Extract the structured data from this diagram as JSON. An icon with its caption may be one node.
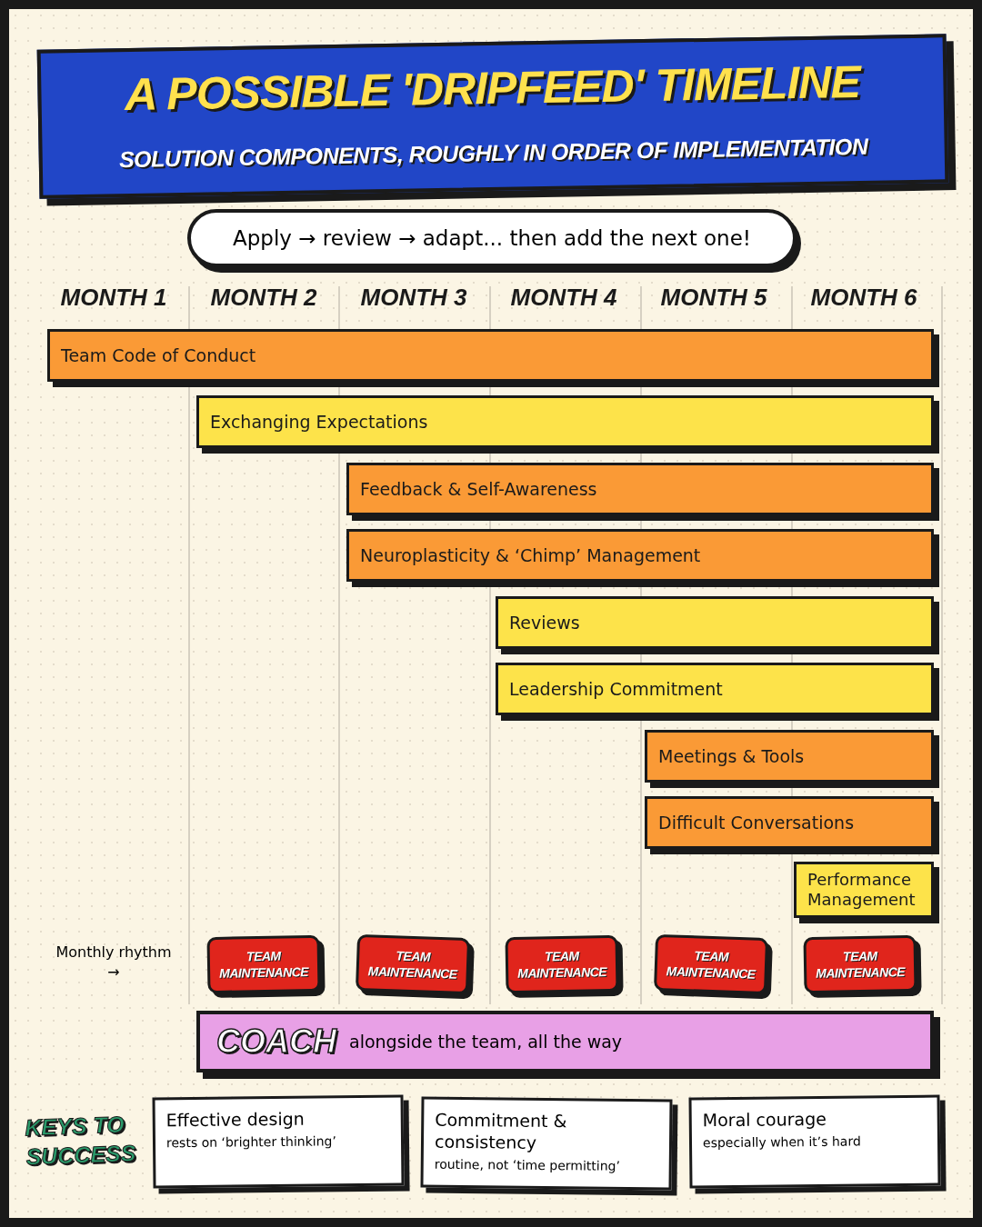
{
  "diagram": {
    "title": "A POSSIBLE 'DRIPFEED' TIMELINE",
    "nodes": [
      {
        "text": [
          "Apply → review → adapt... then add the next one!"
        ]
      },
      {
        "text": [
          "Team Code of Conduct"
        ]
      },
      {
        "text": [
          "Exchanging Expectations"
        ]
      },
      {
        "text": [
          "Feedback & Self-Awareness"
        ]
      },
      {
        "text": [
          "Neuroplasticity & ‘Chimp’ Management"
        ]
      },
      {
        "text": [
          "Reviews"
        ]
      },
      {
        "text": [
          "Leadership Commitment"
        ]
      },
      {
        "text": [
          "Meetings & Tools"
        ]
      },
      {
        "text": [
          "Difficult Conversations"
        ]
      },
      {
        "text": [
          "Performance Management"
        ]
      },
      {
        "text": [
          "TEAM MAINTENANCE"
        ]
      },
      {
        "text": [
          "TEAM MAINTENANCE"
        ]
      },
      {
        "text": [
          "TEAM MAINTENANCE"
        ]
      },
      {
        "text": [
          "TEAM MAINTENANCE"
        ]
      },
      {
        "text": [
          "TEAM MAINTENANCE"
        ]
      },
      {
        "text": [
          "COACH",
          "alongside the team, all the way"
        ]
      },
      {
        "text": [
          "Effective design",
          "rests on ‘brighter thinking’"
        ]
      },
      {
        "text": [
          "Commitment & consistency",
          "routine, not ‘time permitting’"
        ]
      },
      {
        "text": [
          "Moral courage",
          "especially when it’s hard"
        ]
      }
    ],
    "labels": [
      "SOLUTION COMPONENTS, ROUGHLY IN ORDER OF IMPLEMENTATION",
      "MONTH 1",
      "MONTH 2",
      "MONTH 3",
      "MONTH 4",
      "MONTH 5",
      "MONTH 6",
      "Monthly rhythm",
      "→",
      "KEYS TO SUCCESS"
    ]
  }
}
